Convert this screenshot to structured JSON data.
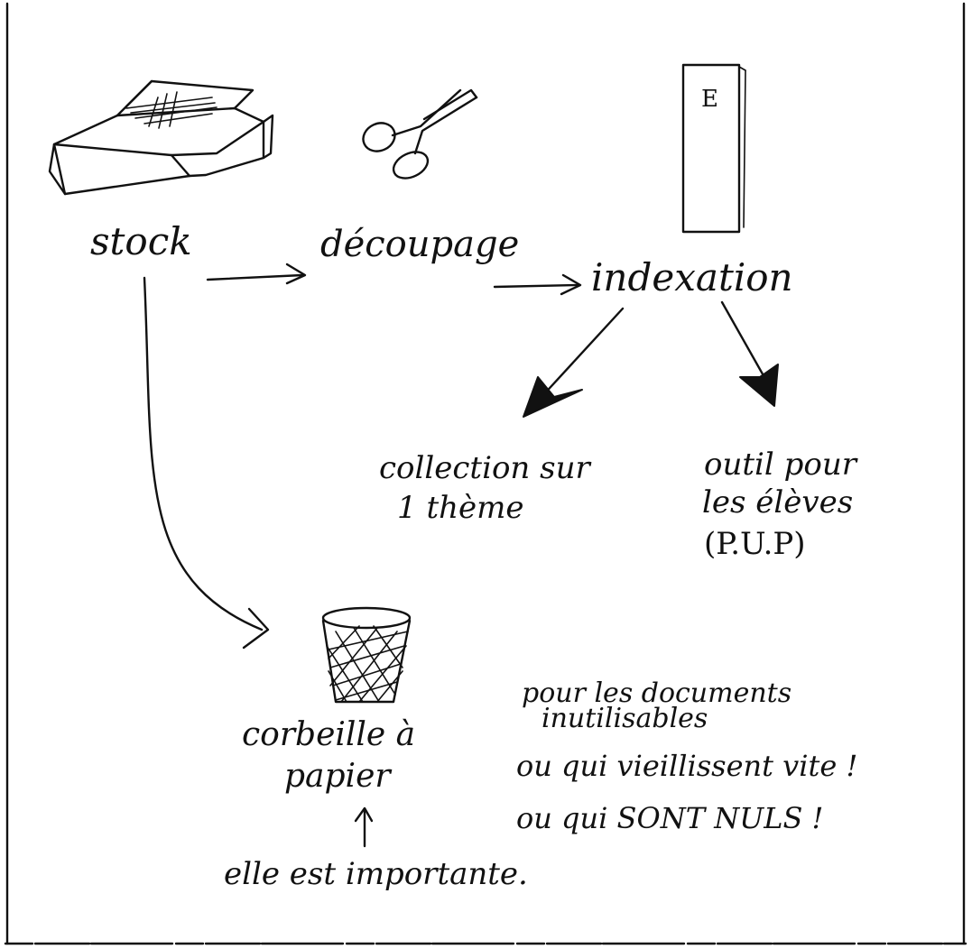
{
  "nodes": {
    "stock": "stock",
    "decoupage": "découpage",
    "indexation": "indexation",
    "indexation_box_letter": "E",
    "collection_line1": "collection sur",
    "collection_line2": "1 thème",
    "outil_line1": "outil pour",
    "outil_line2": "les élèves",
    "outil_line3": "(P.U.P)",
    "corbeille_line1": "corbeille à",
    "corbeille_line2": "papier",
    "important": "elle est importante."
  },
  "note": {
    "line1": "pour les documents",
    "line2": "inutilisables",
    "line3": "ou qui vieillissent vite !",
    "line4": "ou qui SONT NULS !"
  }
}
